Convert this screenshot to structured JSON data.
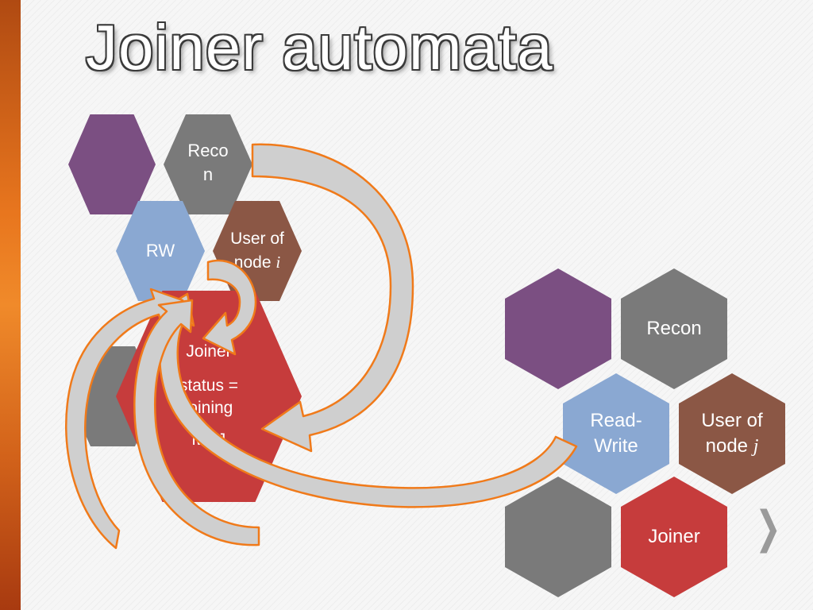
{
  "title": "Joiner automata",
  "left_cluster": {
    "recon": "Reco n",
    "rw": "RW",
    "user_prefix": "User of node",
    "user_var": "i",
    "joiner_title": "Joiner",
    "status_line": "status = joining",
    "iw_line": "iw=J"
  },
  "right_cluster": {
    "recon": "Recon",
    "read_write": "Read-Write",
    "user_prefix": "User of node",
    "user_var": "j",
    "joiner": "Joiner"
  },
  "nav": {
    "next_icon": "chevron-right-icon"
  },
  "colors": {
    "purple": "#7b4f82",
    "gray": "#7a7a7a",
    "blue": "#8aa8d2",
    "brown": "#8b5745",
    "red": "#c63c3c",
    "arrow_stroke": "#f07a1a",
    "arrow_fill": "#cfcfcf",
    "sidebar_orange": "#e8761e"
  }
}
